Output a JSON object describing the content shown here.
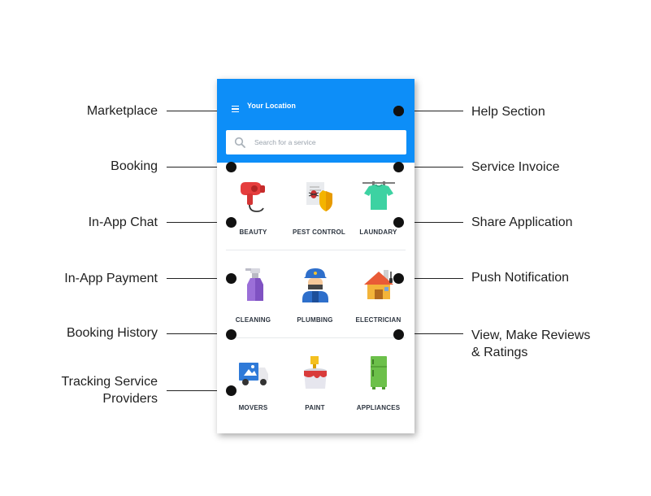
{
  "app": {
    "header": {
      "location_label": "Your Location"
    },
    "search": {
      "placeholder": "Search for a service"
    },
    "categories": [
      {
        "label": "BEAUTY",
        "icon": "hair-dryer-icon"
      },
      {
        "label": "PEST CONTROL",
        "icon": "pest-shield-icon"
      },
      {
        "label": "LAUNDARY",
        "icon": "shirt-hanger-icon"
      },
      {
        "label": "CLEANING",
        "icon": "spray-bottle-icon"
      },
      {
        "label": "PLUMBING",
        "icon": "plumber-icon"
      },
      {
        "label": "ELECTRICIAN",
        "icon": "house-plug-icon"
      },
      {
        "label": "MOVERS",
        "icon": "moving-truck-icon"
      },
      {
        "label": "PAINT",
        "icon": "paint-bucket-icon"
      },
      {
        "label": "APPLIANCES",
        "icon": "refrigerator-icon"
      }
    ],
    "colors": {
      "header": "#0d8ef8"
    }
  },
  "features_left": [
    "Marketplace",
    "Booking",
    "In-App Chat",
    "In-App Payment",
    "Booking History",
    "Tracking Service\nProviders"
  ],
  "features_right": [
    "Help Section",
    "Service Invoice",
    "Share Application",
    "Push Notification",
    "View, Make Reviews\n& Ratings"
  ]
}
